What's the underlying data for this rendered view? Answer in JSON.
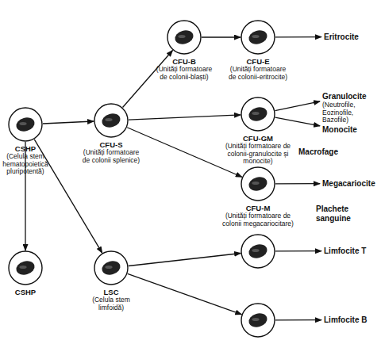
{
  "diagram": {
    "nodes": [
      {
        "text": [
          "CSHP",
          "(Celula stem hematopoietică pluripotentă)"
        ]
      },
      {
        "text": [
          "CFU-S",
          "(Unități formatoare de colonii splenice)"
        ]
      },
      {
        "text": [
          "CFU-B",
          "(Unități formatoare de colonii-blaști)"
        ]
      },
      {
        "text": [
          "CFU-E",
          "(Unități formatoare de colonii-eritrocite)"
        ]
      },
      {
        "text": [
          "Eritrocite"
        ]
      },
      {
        "text": [
          "CFU-GM",
          "(Unități formatoare de colonii-granulocite și monocite)"
        ]
      },
      {
        "text": [
          "Granulocite",
          "(Neutrofile, Eozinofile, Bazofile)"
        ]
      },
      {
        "text": [
          "Monocite"
        ]
      },
      {
        "text": [
          "CFU-M",
          "(Unități formatoare de colonii megacariocitare)"
        ]
      },
      {
        "text": [
          "Megacariocite"
        ]
      },
      {
        "text": [
          "CSHP"
        ]
      },
      {
        "text": [
          "LSC",
          "(Celula stem limfoidă)"
        ]
      },
      {
        "text": []
      },
      {
        "text": [
          "Limfocite T"
        ]
      },
      {
        "text": []
      },
      {
        "text": [
          "Limfocite B"
        ]
      }
    ],
    "edges": [
      {
        "from": 0,
        "to": 1,
        "arrow": "to"
      },
      {
        "from": 0,
        "to": 10,
        "arrow": "to"
      },
      {
        "from": 0,
        "to": 11,
        "arrow": "to"
      },
      {
        "from": 1,
        "to": 2,
        "arrow": "to"
      },
      {
        "from": 1,
        "to": 5,
        "arrow": "to"
      },
      {
        "from": 1,
        "to": 8,
        "arrow": "to"
      },
      {
        "from": 2,
        "to": 3,
        "arrow": "to"
      },
      {
        "from": 3,
        "to": 4,
        "arrow": "to"
      },
      {
        "from": 5,
        "to": 6,
        "arrow": "to"
      },
      {
        "from": 5,
        "to": 7,
        "arrow": "to"
      },
      {
        "from": 8,
        "to": 9,
        "arrow": "to"
      },
      {
        "from": 11,
        "to": 12,
        "arrow": "to"
      },
      {
        "from": 11,
        "to": 14,
        "arrow": "to"
      },
      {
        "from": 12,
        "to": 13,
        "arrow": "to"
      },
      {
        "from": 14,
        "to": 15,
        "arrow": "to"
      }
    ],
    "labels": [
      "Macrofage",
      "Plachete sanguine"
    ]
  }
}
